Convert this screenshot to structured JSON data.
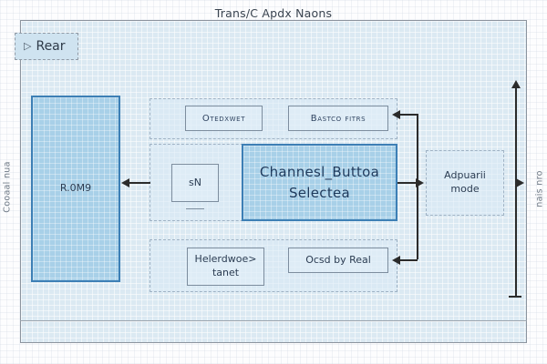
{
  "diagram": {
    "title": "Trans/C Apdx Naons",
    "side_label_left": "Cooaal nua",
    "side_label_right": "nais nro",
    "rear_node": {
      "label": "Rear",
      "icon": "triangle-right-icon"
    },
    "nodes": {
      "rom_block": "R.0M9",
      "top_row": [
        {
          "label": "Otedxwet"
        },
        {
          "label": "Bastco fitrs"
        }
      ],
      "sn_box": "sN",
      "channel_box": {
        "line1": "Channesl_Buttoa",
        "line2": "Selectea"
      },
      "bottom_row": [
        {
          "line1": "Helerdwoe>",
          "line2": "tanet"
        },
        {
          "line1": "Ocsd by Real",
          "line2": ""
        }
      ],
      "mode_box": {
        "line1": "Adpuarii",
        "line2": "mode"
      }
    },
    "colors": {
      "fill_blue": "#a8d0e8",
      "stroke_blue": "#3d7fb5",
      "frame_bg": "#dbe9f2",
      "frame_border": "#8c949e",
      "connector": "#2b2b2b"
    }
  }
}
